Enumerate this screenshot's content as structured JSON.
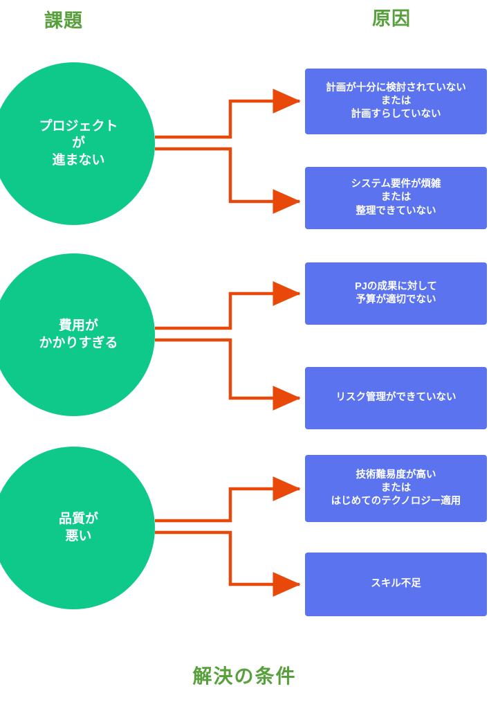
{
  "headers": {
    "left": "課題",
    "right": "原因"
  },
  "footer": {
    "title": "解決の条件"
  },
  "colors": {
    "header_green": "#57A03C",
    "circle_green": "#0FC98A",
    "box_blue": "#5B73EF",
    "connector_orange": "#E8490B",
    "text_white": "#FFFFFF",
    "background": "#FFFFFF"
  },
  "groups": [
    {
      "issue": "プロジェクト\nが\n進まない",
      "causes": [
        "計画が十分に検討されていない\nまたは\n計画すらしていない",
        "システム要件が煩雑\nまたは\n整理できていない"
      ]
    },
    {
      "issue": "費用が\nかかりすぎる",
      "causes": [
        "PJの成果に対して\n予算が適切でない",
        "リスク管理ができていない"
      ]
    },
    {
      "issue": "品質が\n悪い",
      "causes": [
        "技術難易度が高い\nまたは\nはじめてのテクノロジー適用",
        "スキル不足"
      ]
    }
  ]
}
